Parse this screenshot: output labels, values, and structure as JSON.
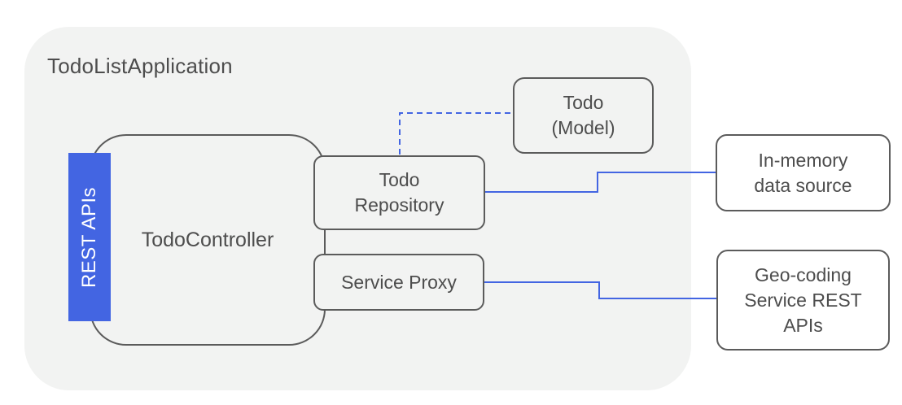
{
  "diagram": {
    "title": "TodoListApplication",
    "nodes": {
      "controller": {
        "label": "TodoController"
      },
      "rest_apis_badge": {
        "label": "REST APIs"
      },
      "repository": {
        "label": "Todo\nRepository"
      },
      "service_proxy": {
        "label": "Service Proxy"
      },
      "model": {
        "label": "Todo\n(Model)"
      },
      "in_memory": {
        "label": "In-memory\ndata source"
      },
      "geo_coding": {
        "label": "Geo-coding\nService REST\nAPIs"
      }
    },
    "connectors": [
      {
        "name": "repository-to-model",
        "style": "dashed"
      },
      {
        "name": "repository-to-in-memory",
        "style": "solid"
      },
      {
        "name": "service-proxy-to-geo-coding",
        "style": "solid"
      }
    ],
    "colors": {
      "container_fill": "#f2f3f2",
      "node_border": "#5b5b5b",
      "text": "#4d4d4d",
      "accent_blue": "#4365e2",
      "badge_text": "#ffffff",
      "outside_node_fill": "#ffffff"
    }
  }
}
